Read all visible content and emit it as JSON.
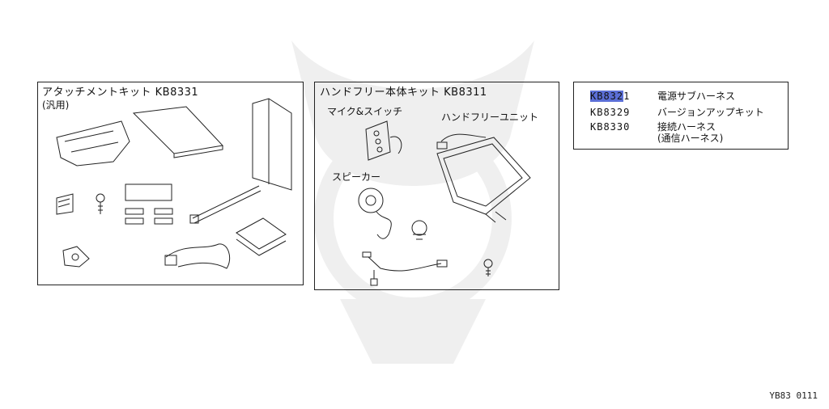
{
  "kits": {
    "attach": {
      "title": "アタッチメントキット KB8331",
      "sub": "(汎用)"
    },
    "handsfree": {
      "title": "ハンドフリー本体キット KB8311",
      "mic": "マイク&スイッチ",
      "unit": "ハンドフリーユニット",
      "speaker": "スピーカー"
    }
  },
  "legend": {
    "rows": [
      {
        "code_hl": "KB832",
        "code_rest": "1",
        "desc": "電源サブハーネス"
      },
      {
        "code": "KB8329",
        "desc": "バージョンアップキット"
      },
      {
        "code": "KB8330",
        "desc": "接続ハーネス",
        "desc2": "(通信ハーネス)"
      }
    ]
  },
  "footer": "YB83 0111",
  "colors": {
    "highlight": "#5b6fd6",
    "line": "#222222"
  }
}
